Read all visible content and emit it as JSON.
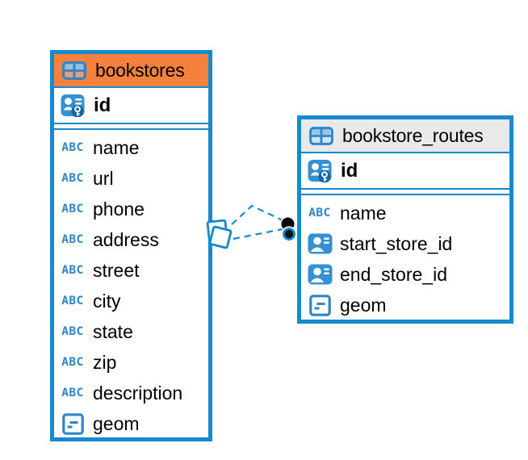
{
  "diagram": {
    "colors": {
      "accent_blue": "#1789CE",
      "icon_blue": "#3590D3",
      "selected_header_orange": "#F6813D",
      "header_gray": "#E9E9E9",
      "link_marker_black": "#000000"
    },
    "icons": {
      "text_type_glyph": "ABC"
    },
    "tables": [
      {
        "name": "bookstores",
        "primary_key": "id",
        "columns": [
          {
            "name": "name",
            "type": "text"
          },
          {
            "name": "url",
            "type": "text"
          },
          {
            "name": "phone",
            "type": "text"
          },
          {
            "name": "address",
            "type": "text"
          },
          {
            "name": "street",
            "type": "text"
          },
          {
            "name": "city",
            "type": "text"
          },
          {
            "name": "state",
            "type": "text"
          },
          {
            "name": "zip",
            "type": "text"
          },
          {
            "name": "description",
            "type": "text"
          },
          {
            "name": "geom",
            "type": "geometry"
          }
        ]
      },
      {
        "name": "bookstore_routes",
        "primary_key": "id",
        "columns": [
          {
            "name": "name",
            "type": "text"
          },
          {
            "name": "start_store_id",
            "type": "reference"
          },
          {
            "name": "end_store_id",
            "type": "reference"
          },
          {
            "name": "geom",
            "type": "geometry"
          }
        ]
      }
    ],
    "relationships": [
      {
        "from_table": "bookstore_routes",
        "to_table": "bookstores",
        "style": "dashed"
      },
      {
        "from_table": "bookstore_routes",
        "to_table": "bookstores",
        "style": "dashed"
      }
    ]
  }
}
